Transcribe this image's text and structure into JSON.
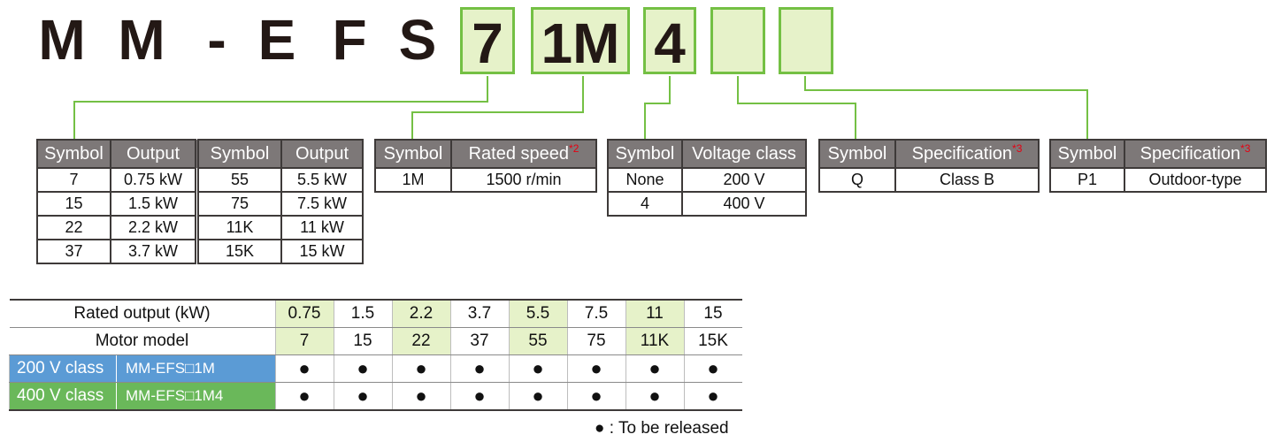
{
  "model_code": {
    "fixed_chars": [
      "M",
      "M",
      "-",
      "E",
      "F",
      "S"
    ],
    "boxes": [
      "7",
      "1M",
      "4",
      "",
      ""
    ],
    "box_fill": "#e6f2c9",
    "box_border": "#74c044"
  },
  "output_table": {
    "headers": [
      "Symbol",
      "Output",
      "Symbol",
      "Output"
    ],
    "rows": [
      [
        "7",
        "0.75 kW",
        "55",
        "5.5 kW"
      ],
      [
        "15",
        "1.5 kW",
        "75",
        "7.5 kW"
      ],
      [
        "22",
        "2.2 kW",
        "11K",
        "11 kW"
      ],
      [
        "37",
        "3.7 kW",
        "15K",
        "15 kW"
      ]
    ]
  },
  "speed_table": {
    "headers": [
      "Symbol",
      "Rated speed"
    ],
    "header_note": "*2",
    "rows": [
      [
        "1M",
        "1500 r/min"
      ]
    ]
  },
  "voltage_table": {
    "headers": [
      "Symbol",
      "Voltage class"
    ],
    "rows": [
      [
        "None",
        "200 V"
      ],
      [
        "4",
        "400 V"
      ]
    ]
  },
  "spec_table_q": {
    "headers": [
      "Symbol",
      "Specification"
    ],
    "header_note": "*3",
    "rows": [
      [
        "Q",
        "Class B"
      ]
    ]
  },
  "spec_table_p1": {
    "headers": [
      "Symbol",
      "Specification"
    ],
    "header_note": "*3",
    "rows": [
      [
        "P1",
        "Outdoor-type"
      ]
    ]
  },
  "availability": {
    "row1_label": "Rated output (kW)",
    "rated_outputs": [
      "0.75",
      "1.5",
      "2.2",
      "3.7",
      "5.5",
      "7.5",
      "11",
      "15"
    ],
    "row2_label": "Motor model",
    "motor_models": [
      "7",
      "15",
      "22",
      "37",
      "55",
      "75",
      "11K",
      "15K"
    ],
    "class_rows": [
      {
        "class": "200 V class",
        "model": "MM-EFS□1M",
        "marks": [
          "●",
          "●",
          "●",
          "●",
          "●",
          "●",
          "●",
          "●"
        ],
        "color": "#5b9bd5"
      },
      {
        "class": "400 V class",
        "model": "MM-EFS□1M4",
        "marks": [
          "●",
          "●",
          "●",
          "●",
          "●",
          "●",
          "●",
          "●"
        ],
        "color": "#6ab85a"
      }
    ],
    "highlight_color": "#e6f2c9"
  },
  "legend": {
    "mark": "●",
    "text": ": To be released"
  },
  "colors": {
    "header_bg": "#7d7878",
    "connector": "#74c044",
    "note_red": "#e60012"
  }
}
